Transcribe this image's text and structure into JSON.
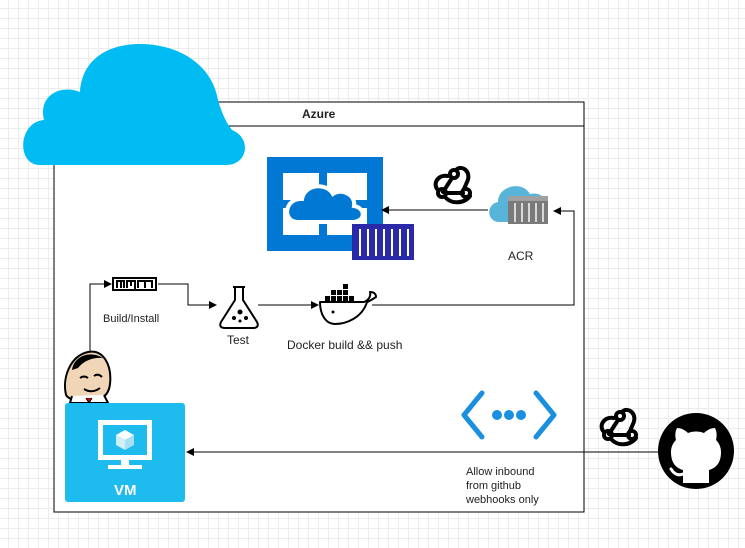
{
  "container": {
    "title": "Azure"
  },
  "nodes": {
    "acr": {
      "label": "ACR"
    },
    "npm": {
      "label": "Build/Install"
    },
    "test": {
      "label": "Test"
    },
    "docker": {
      "label": "Docker build && push"
    },
    "vm": {
      "label": "VM"
    },
    "network": {
      "label_lines": [
        "Allow inbound",
        "from github",
        "webhooks only"
      ]
    }
  },
  "icons": [
    "cloud-icon",
    "container-registry-icon",
    "webhook-icon",
    "acr-icon",
    "npm-icon",
    "flask-icon",
    "docker-icon",
    "jenkins-icon",
    "vm-icon",
    "network-icon",
    "github-icon"
  ],
  "colors": {
    "azure_blue": "#0078d4",
    "cloud_cyan": "#00bcf2",
    "vm_cyan": "#1ebbee",
    "registry_navy": "#2a2aa8"
  }
}
